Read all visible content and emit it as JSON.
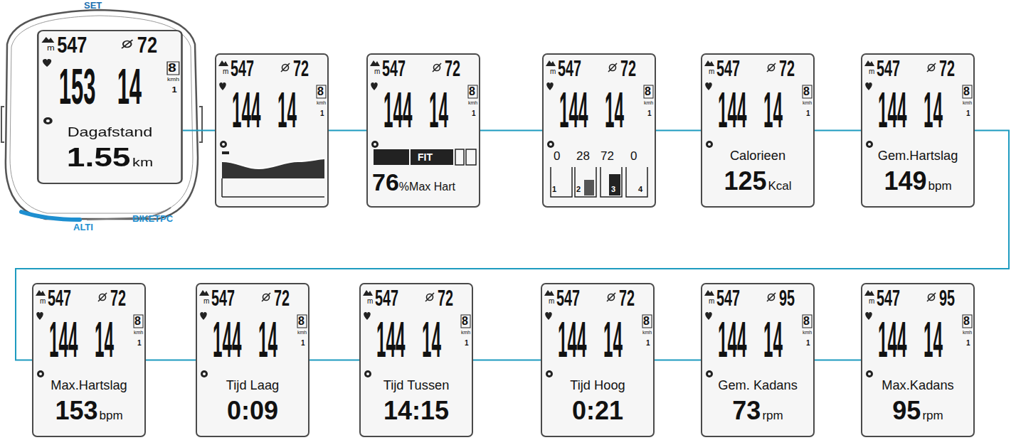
{
  "diagram": {
    "nodes": [
      {
        "text": [
          "m",
          "547",
          "72",
          "153",
          "14",
          "8",
          "kmh",
          "1",
          "Dagafstand",
          "1.55",
          "km"
        ]
      },
      {
        "text": [
          "m",
          "547",
          "72",
          "144",
          "14",
          "8",
          "kmh",
          "1"
        ]
      },
      {
        "text": [
          "m",
          "547",
          "72",
          "144",
          "14",
          "8",
          "kmh",
          "1",
          "FIT",
          "76",
          "%Max Hart"
        ]
      },
      {
        "text": [
          "m",
          "547",
          "72",
          "144",
          "14",
          "8",
          "kmh",
          "1",
          "0",
          "28",
          "72",
          "0",
          "1",
          "2",
          "3",
          "4"
        ]
      },
      {
        "text": [
          "m",
          "547",
          "72",
          "144",
          "14",
          "8",
          "kmh",
          "1",
          "Calorieen",
          "125",
          "Kcal"
        ]
      },
      {
        "text": [
          "m",
          "547",
          "72",
          "144",
          "14",
          "8",
          "kmh",
          "1",
          "Gem.Hartslag",
          "149",
          "bpm"
        ]
      },
      {
        "text": [
          "m",
          "547",
          "72",
          "144",
          "14",
          "8",
          "kmh",
          "1",
          "Max.Hartslag",
          "153",
          "bpm"
        ]
      },
      {
        "text": [
          "m",
          "547",
          "72",
          "144",
          "14",
          "8",
          "kmh",
          "1",
          "Tijd Laag",
          "0:09"
        ]
      },
      {
        "text": [
          "m",
          "547",
          "72",
          "144",
          "14",
          "8",
          "kmh",
          "1",
          "Tijd Tussen",
          "14:15"
        ]
      },
      {
        "text": [
          "m",
          "547",
          "72",
          "144",
          "14",
          "8",
          "kmh",
          "1",
          "Tijd Hoog",
          "0:21"
        ]
      },
      {
        "text": [
          "m",
          "547",
          "95",
          "144",
          "14",
          "8",
          "kmh",
          "1",
          "Gem. Kadans",
          "73",
          "rpm"
        ]
      },
      {
        "text": [
          "m",
          "547",
          "95",
          "144",
          "14",
          "8",
          "kmh",
          "1",
          "Max.Kadans",
          "95",
          "rpm"
        ]
      }
    ],
    "edges": [
      {
        "from": 0,
        "to": 1,
        "arrow": "none"
      },
      {
        "from": 1,
        "to": 2,
        "arrow": "none"
      },
      {
        "from": 2,
        "to": 3,
        "arrow": "none"
      },
      {
        "from": 3,
        "to": 4,
        "arrow": "none"
      },
      {
        "from": 4,
        "to": 5,
        "arrow": "none"
      },
      {
        "from": 5,
        "to": 6,
        "arrow": "none"
      },
      {
        "from": 6,
        "to": 7,
        "arrow": "none"
      },
      {
        "from": 7,
        "to": 8,
        "arrow": "none"
      },
      {
        "from": 8,
        "to": 9,
        "arrow": "none"
      },
      {
        "from": 9,
        "to": 10,
        "arrow": "none"
      },
      {
        "from": 10,
        "to": 11,
        "arrow": "none"
      }
    ],
    "labels": [
      "SET",
      "ALTI",
      "BIKETPC"
    ]
  }
}
